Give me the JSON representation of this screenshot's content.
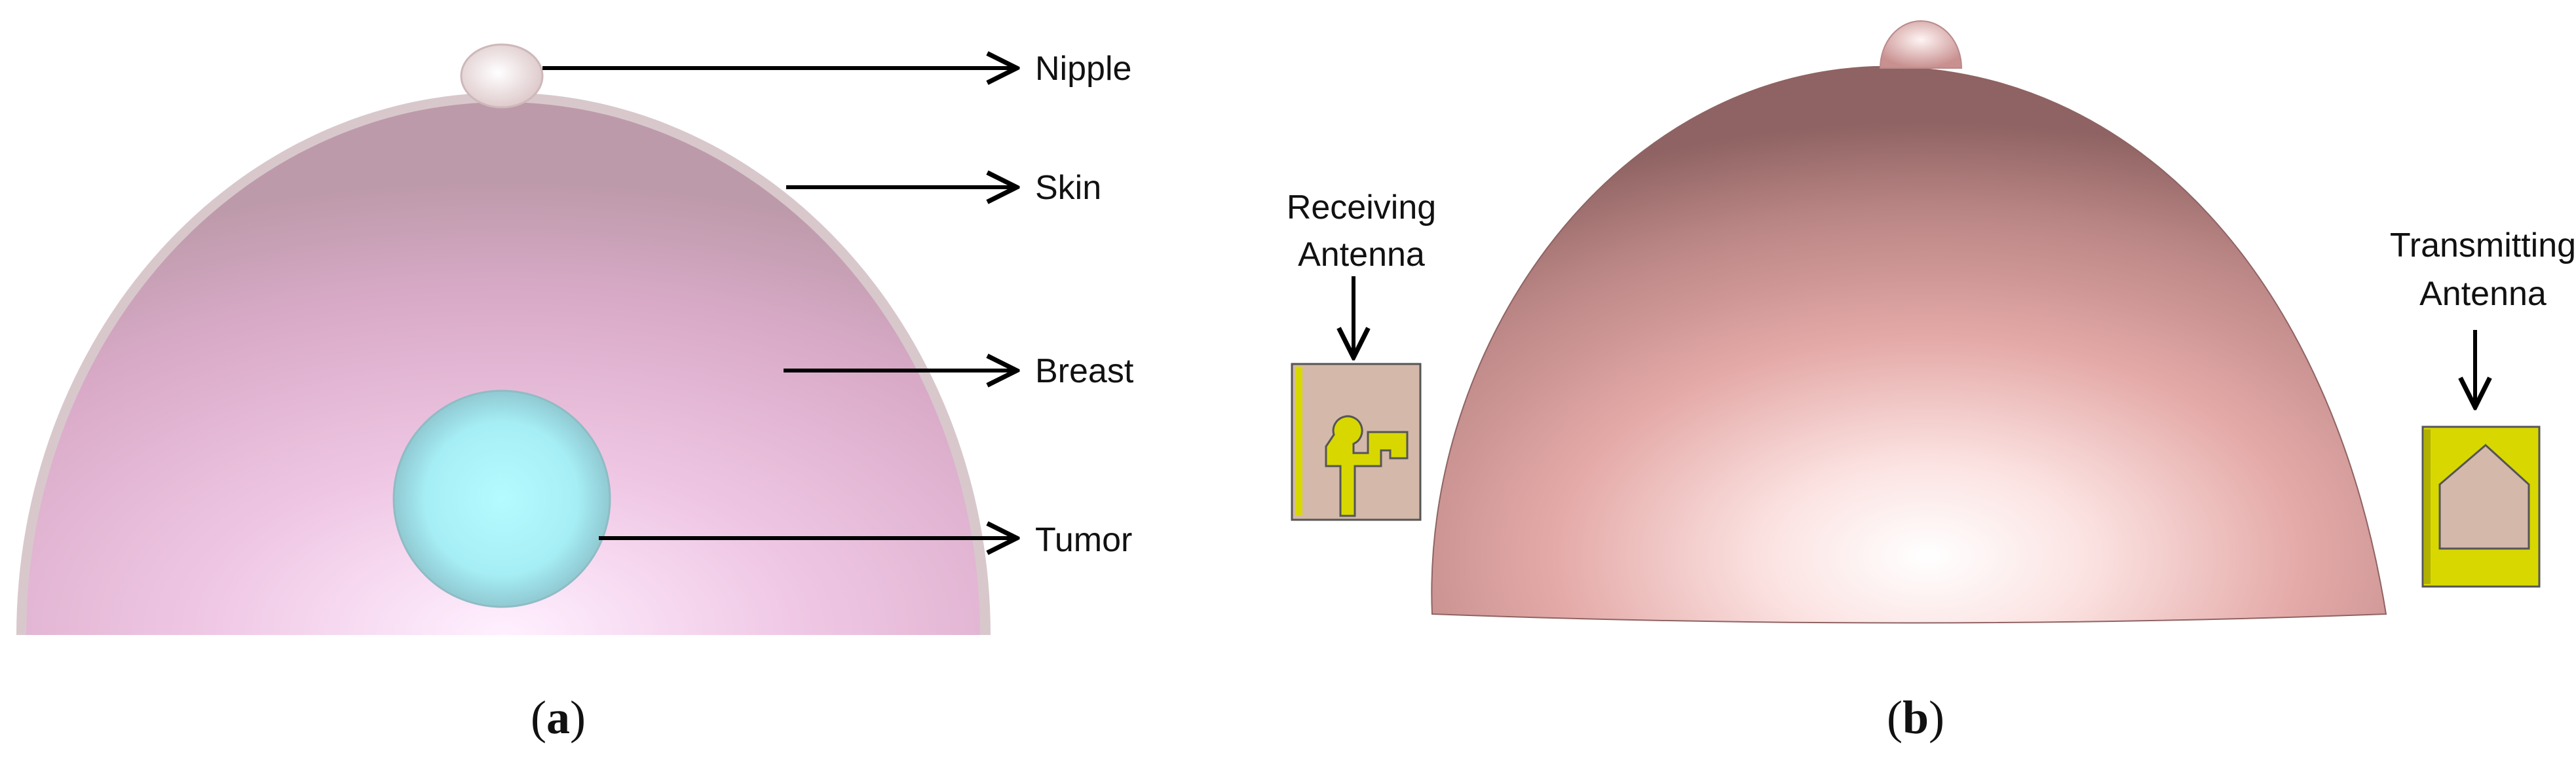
{
  "panel_a": {
    "labels": {
      "nipple": "Nipple",
      "skin": "Skin",
      "breast": "Breast",
      "tumor": "Tumor"
    },
    "caption": {
      "open": "(",
      "letter": "a",
      "close": ")"
    }
  },
  "panel_b": {
    "labels": {
      "receiving_line1": "Receiving",
      "receiving_line2": "Antenna",
      "transmitting_line1": "Transmitting",
      "transmitting_line2": "Antenna"
    },
    "caption": {
      "open": "(",
      "letter": "b",
      "close": ")"
    }
  },
  "colors": {
    "breast": "#d9a9c4",
    "skin": "#d8c8cc",
    "tumor": "#a8eff5",
    "dome_b": "#d89a98",
    "antenna_board": "#d4b8aa",
    "antenna_trace": "#d8d800",
    "line": "#000000"
  }
}
